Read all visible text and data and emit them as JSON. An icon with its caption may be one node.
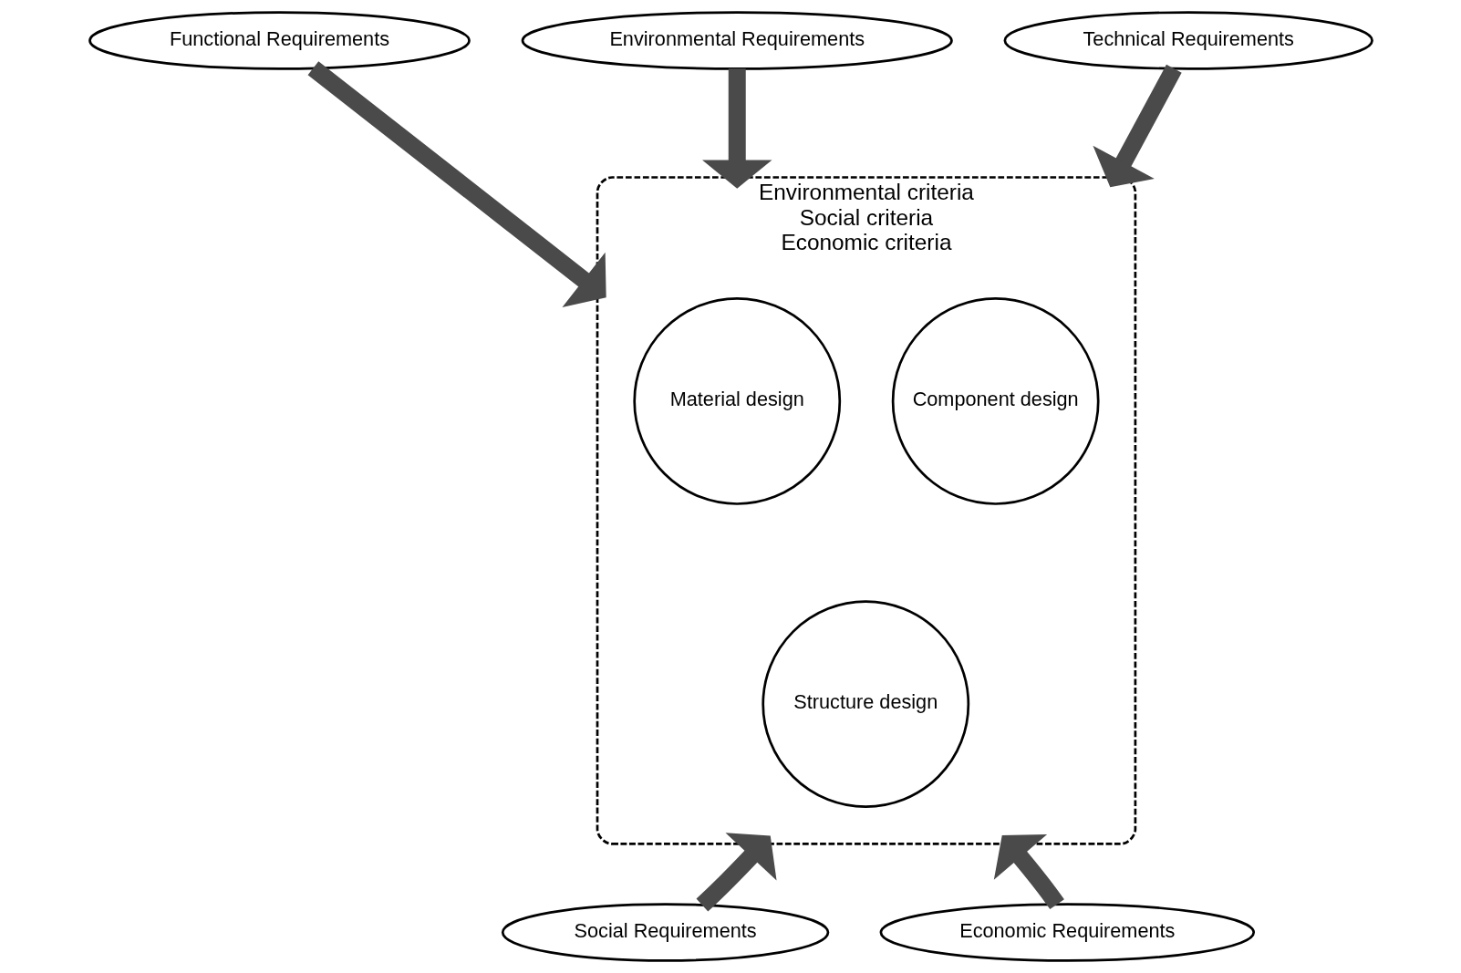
{
  "diagram": {
    "nodes": [
      {
        "text": [
          "Environmental Requirements"
        ]
      },
      {
        "text": [
          "Functional Requirements"
        ]
      },
      {
        "text": [
          "Technical Requirements"
        ]
      },
      {
        "text": [
          "Environmental criteria",
          "Social criteria",
          "Economic criteria"
        ]
      },
      {
        "text": [
          "Material design"
        ],
        "in": 3
      },
      {
        "text": [
          "Component design"
        ],
        "in": 3
      },
      {
        "text": [
          "Structure design"
        ],
        "in": 3
      },
      {
        "text": [
          "Social Requirements"
        ]
      },
      {
        "text": [
          "Economic Requirements"
        ]
      }
    ],
    "edges": [
      {
        "from": 0,
        "to": 3,
        "arrow": "to"
      },
      {
        "from": 1,
        "to": 3,
        "arrow": "to"
      },
      {
        "from": 2,
        "to": 3,
        "arrow": "to"
      },
      {
        "from": 7,
        "to": 3,
        "arrow": "to"
      },
      {
        "from": 8,
        "to": 3,
        "arrow": "to"
      }
    ]
  }
}
